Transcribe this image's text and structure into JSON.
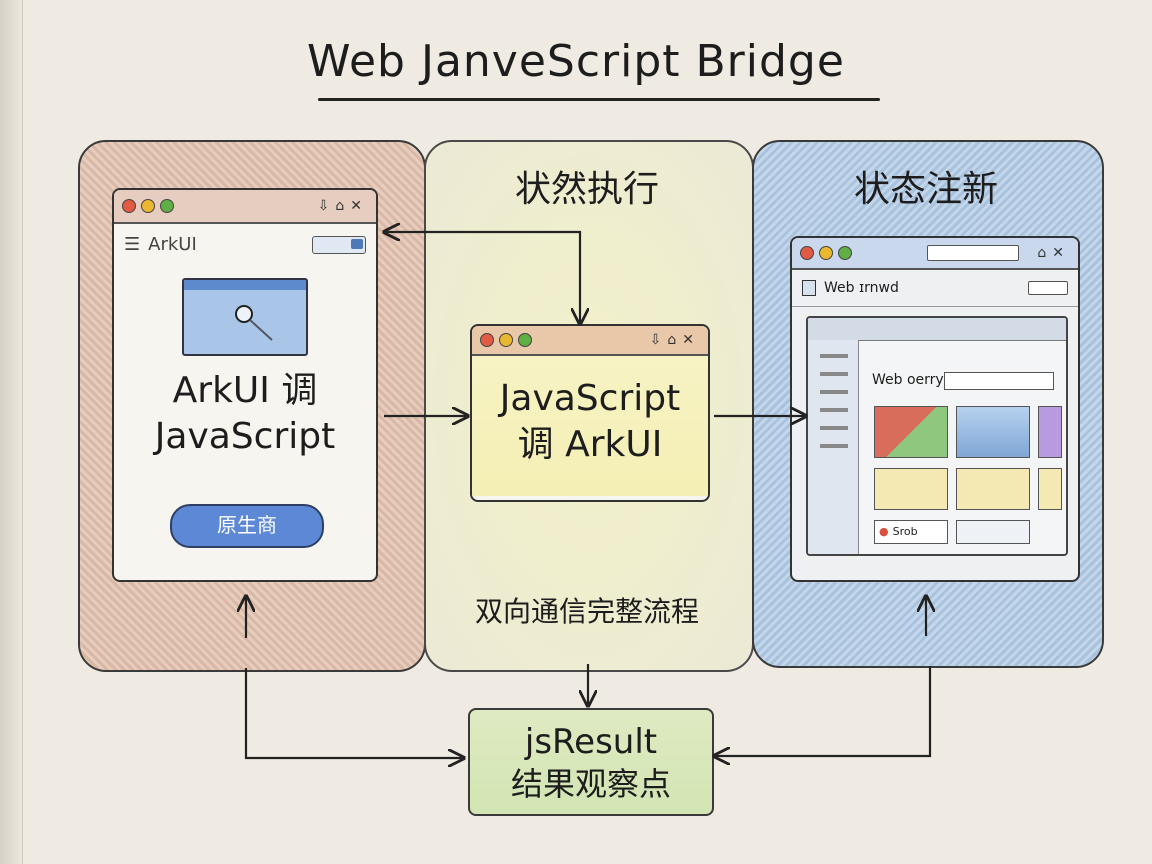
{
  "title": "Web JanveScript Bridge",
  "panels": {
    "left": {
      "window_title": "",
      "app_label": "ArkUI",
      "main_text_line1": "ArkUI 调",
      "main_text_line2": "JavaScript",
      "button_label": "原生商"
    },
    "middle": {
      "title": "状然执行",
      "window_text_line1": "JavaScript",
      "window_text_line2": "调 ArkUI",
      "footer_text": "双向通信完整流程"
    },
    "right": {
      "title": "状态注新",
      "header_label": "Web ɪrnwd",
      "query_label": "Web oerry",
      "chip_label": "Srob"
    }
  },
  "result": {
    "line1": "jsResult",
    "line2": "结果观察点"
  },
  "colors": {
    "left_panel": "#d9b8a6",
    "middle_panel": "#f3f0cc",
    "right_panel": "#a9c3df",
    "result_box": "#d2e5b3",
    "button": "#5c88d6"
  }
}
